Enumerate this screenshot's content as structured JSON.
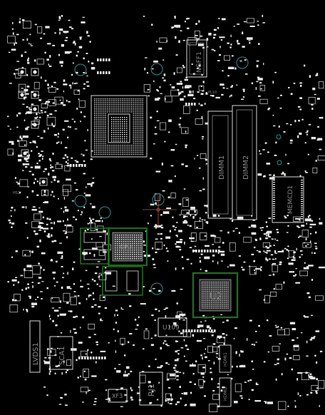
{
  "colors": {
    "background": "#000000",
    "silkscreen": "#d8d8d8",
    "pad": "#e8e8e8",
    "highlight": "#1f6b1f",
    "via": "#2f8f8f",
    "cursor": "#c05050",
    "label": "#8a8a8a"
  },
  "labels": {
    "ngff1": "NGFF1",
    "dimm1": "DIMM1",
    "dimm2": "DIMM2",
    "memcd1": "MEMCD1",
    "u2": "U2",
    "u109": "U109",
    "lvds1": "LVDS1",
    "sca1": "SCA1",
    "xf3": "XF3",
    "rj1": "RJ1",
    "hdmi1": "HDMI1",
    "hdmi2": "HDMI2",
    "gpu": "GPU",
    "pl10": "PL10",
    "hs1": "HS1"
  }
}
